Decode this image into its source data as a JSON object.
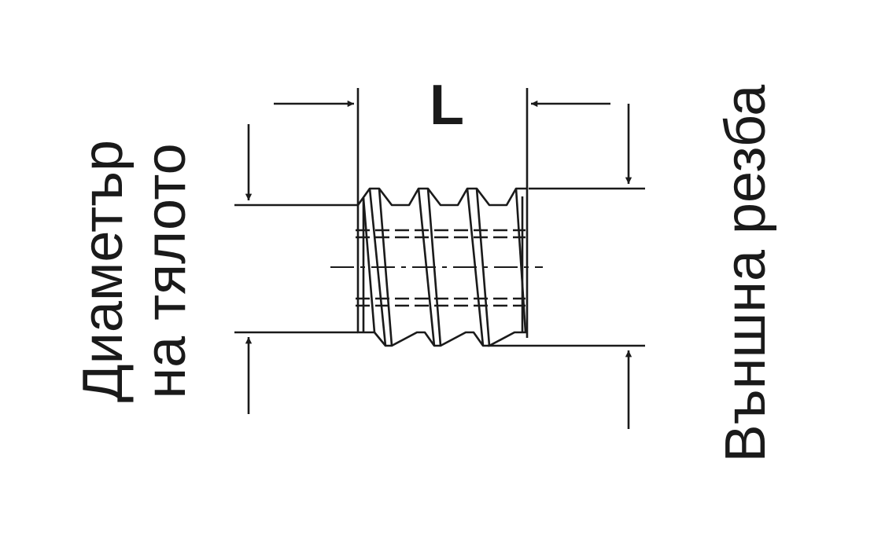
{
  "dimension_label": "L",
  "left_label": {
    "line1": "Диаметър",
    "line2": "на тялото"
  },
  "right_label": "Външна резба",
  "colors": {
    "ink": "#1a1a1a",
    "background": "#ffffff"
  }
}
